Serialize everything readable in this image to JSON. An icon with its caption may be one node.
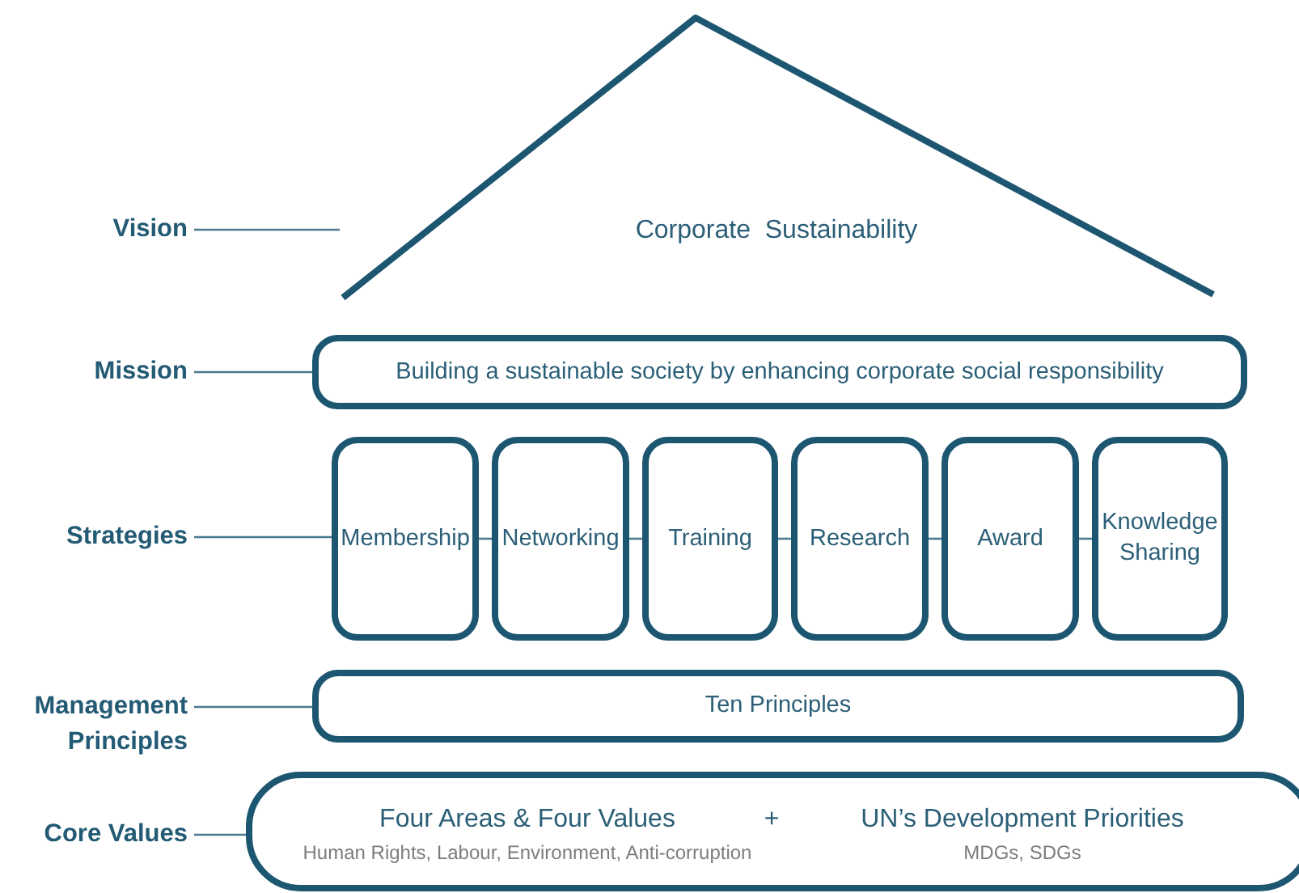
{
  "diagram": {
    "nodes": [
      {
        "text": [
          "Vision"
        ]
      },
      {
        "text": [
          "Corporate  Sustainability"
        ]
      },
      {
        "text": [
          "Mission"
        ]
      },
      {
        "text": [
          "Building a sustainable society by enhancing corporate social responsibility"
        ]
      },
      {
        "text": [
          "Strategies"
        ]
      },
      {
        "text": [
          "Membership"
        ]
      },
      {
        "text": [
          "Networking"
        ]
      },
      {
        "text": [
          "Training"
        ]
      },
      {
        "text": [
          "Research"
        ]
      },
      {
        "text": [
          "Award"
        ]
      },
      {
        "text": [
          "Knowledge Sharing"
        ]
      },
      {
        "text": [
          "Management Principles"
        ]
      },
      {
        "text": [
          "Ten Principles"
        ]
      },
      {
        "text": [
          "Core Values"
        ]
      },
      {
        "text": [
          "Four Areas & Four Values",
          "Human Rights, Labour, Environment, Anti-corruption",
          "+",
          "UN’s Development Priorities",
          "MDGs, SDGs"
        ]
      }
    ],
    "edges": [
      {
        "from": 0,
        "to": 1,
        "arrow": "none"
      },
      {
        "from": 2,
        "to": 3,
        "arrow": "none"
      },
      {
        "from": 4,
        "to": 5,
        "arrow": "none"
      },
      {
        "from": 5,
        "to": 6,
        "arrow": "none"
      },
      {
        "from": 6,
        "to": 7,
        "arrow": "none"
      },
      {
        "from": 7,
        "to": 8,
        "arrow": "none"
      },
      {
        "from": 8,
        "to": 9,
        "arrow": "none"
      },
      {
        "from": 9,
        "to": 10,
        "arrow": "none"
      },
      {
        "from": 11,
        "to": 12,
        "arrow": "none"
      },
      {
        "from": 13,
        "to": 14,
        "arrow": "none"
      }
    ]
  }
}
